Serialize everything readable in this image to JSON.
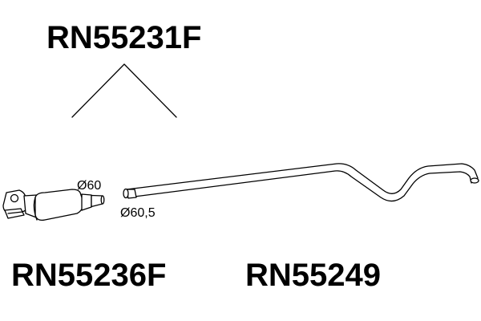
{
  "labels": {
    "top_part": "RN55231F",
    "left_part": "RN55236F",
    "right_part": "RN55249"
  },
  "dimensions": {
    "inlet": "Ø60",
    "outlet": "Ø60,5"
  },
  "colors": {
    "ink": "#000000",
    "background": "#ffffff"
  }
}
